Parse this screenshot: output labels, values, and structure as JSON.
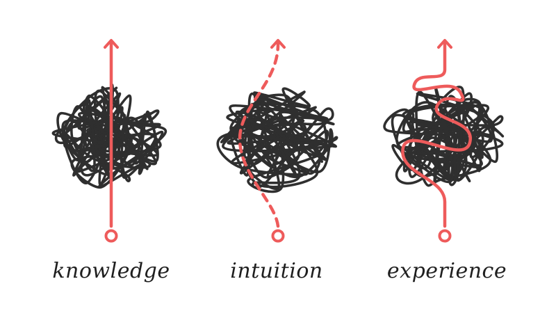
{
  "panels": [
    {
      "id": "knowledge",
      "label": "knowledge",
      "path_style": "straight"
    },
    {
      "id": "intuition",
      "label": "intuition",
      "path_style": "dashed"
    },
    {
      "id": "experience",
      "label": "experience",
      "path_style": "winding"
    }
  ],
  "colors": {
    "tangle": "#2f2f2f",
    "path": "#ee5b5b",
    "background": "#ffffff"
  },
  "icons": {
    "start": "circle-start-icon",
    "end": "arrow-up-icon"
  }
}
